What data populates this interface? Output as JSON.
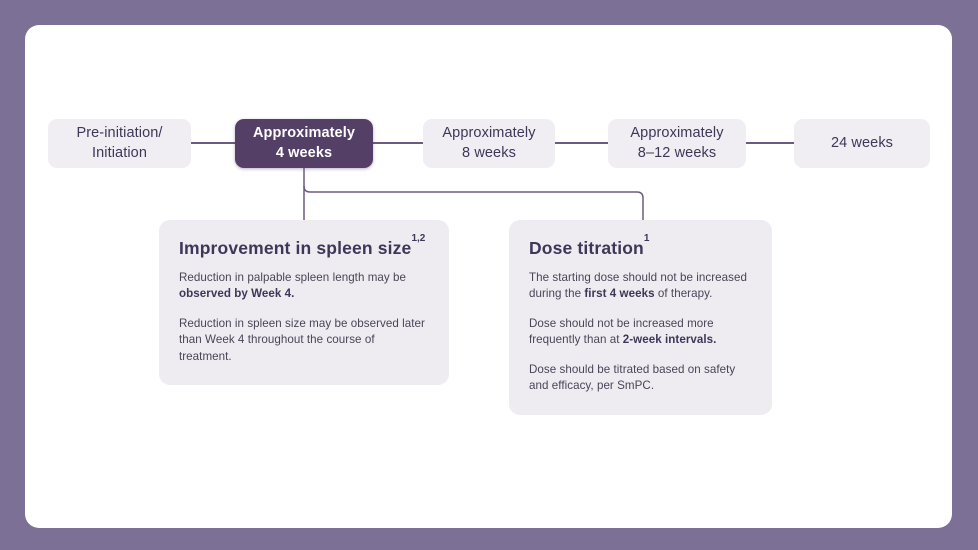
{
  "theme": {
    "page_background": "#7d7096",
    "panel_background": "#ffffff",
    "accent_purple": "#543f66",
    "muted_box": "#f0eef3",
    "card_background": "#eeecf1",
    "connector_line": "#6b5b7e",
    "heading_text": "#3f3658",
    "body_text": "#4a4458"
  },
  "timeline": {
    "steps": [
      {
        "id": "pre-initiation",
        "line1": "Pre-initiation/",
        "line2": "Initiation",
        "active": false
      },
      {
        "id": "approximately-4-weeks",
        "line1": "Approximately",
        "line2": "4 weeks",
        "active": true
      },
      {
        "id": "approximately-8-weeks",
        "line1": "Approximately",
        "line2": "8 weeks",
        "active": false
      },
      {
        "id": "approximately-8-12-weeks",
        "line1": "Approximately",
        "line2": "8–12 weeks",
        "active": false
      },
      {
        "id": "24-weeks",
        "line1": "24 weeks",
        "line2": "",
        "active": false
      }
    ]
  },
  "cards": {
    "left": {
      "title": "Improvement in spleen size",
      "title_superscript": "1,2",
      "paragraphs": [
        {
          "parts": [
            {
              "text": "Reduction in palpable spleen length may be ",
              "bold": false
            },
            {
              "text": "observed by Week 4.",
              "bold": true
            }
          ]
        },
        {
          "parts": [
            {
              "text": "Reduction in spleen size may be observed later than Week 4 throughout the course of treatment.",
              "bold": false
            }
          ]
        }
      ]
    },
    "right": {
      "title": "Dose titration",
      "title_superscript": "1",
      "paragraphs": [
        {
          "parts": [
            {
              "text": "The starting dose should not be increased during the ",
              "bold": false
            },
            {
              "text": "first 4 weeks",
              "bold": true
            },
            {
              "text": " of therapy.",
              "bold": false
            }
          ]
        },
        {
          "parts": [
            {
              "text": "Dose should not be increased more frequently than at ",
              "bold": false
            },
            {
              "text": "2-week intervals.",
              "bold": true
            }
          ]
        },
        {
          "parts": [
            {
              "text": "Dose should be titrated based on safety and efficacy, per SmPC.",
              "bold": false
            }
          ]
        }
      ]
    }
  }
}
